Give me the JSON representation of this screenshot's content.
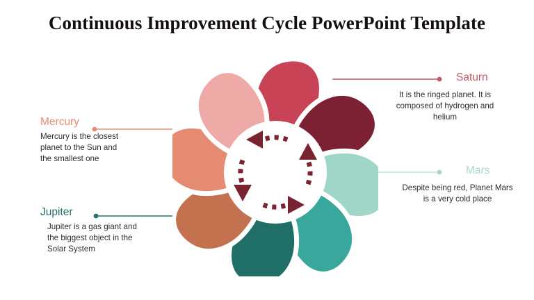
{
  "slide": {
    "title": "Continuous Improvement Cycle PowerPoint Template",
    "background": "#ffffff",
    "title_color": "#15100f"
  },
  "diagram": {
    "name": "continuous-improvement-pinwheel",
    "center_arrows": {
      "count": 4,
      "color": "#7a2331",
      "direction": "counter-clockwise",
      "style": "dashed-arc-with-arrowhead"
    },
    "petals": [
      {
        "name": "petal-crimson",
        "color": "#c94356",
        "position": "top"
      },
      {
        "name": "petal-dark-maroon",
        "color": "#7b2133",
        "position": "upper-right"
      },
      {
        "name": "petal-mint",
        "color": "#9fd6c8",
        "position": "right"
      },
      {
        "name": "petal-teal",
        "color": "#3aa79c",
        "position": "lower-right"
      },
      {
        "name": "petal-dark-teal",
        "color": "#1f6f68",
        "position": "bottom"
      },
      {
        "name": "petal-sienna",
        "color": "#c4714f",
        "position": "lower-left"
      },
      {
        "name": "petal-salmon",
        "color": "#e58b72",
        "position": "left"
      },
      {
        "name": "petal-light-pink",
        "color": "#eeaaa6",
        "position": "upper-left"
      }
    ]
  },
  "callouts": [
    {
      "id": "mercury",
      "label": "Mercury",
      "color": "#e58b72",
      "body": "Mercury is the closest planet to the Sun and the smallest one",
      "side": "left"
    },
    {
      "id": "jupiter",
      "label": "Jupiter",
      "color": "#27706a",
      "body": "Jupiter is a gas giant and the biggest object in the Solar System",
      "side": "left"
    },
    {
      "id": "saturn",
      "label": "Saturn",
      "color": "#c2596a",
      "body": "It is the ringed planet. It is composed of hydrogen and helium",
      "side": "right"
    },
    {
      "id": "mars",
      "label": "Mars",
      "color": "#a8d8cd",
      "body": "Despite being red, Planet Mars is a very cold place",
      "side": "right"
    }
  ]
}
